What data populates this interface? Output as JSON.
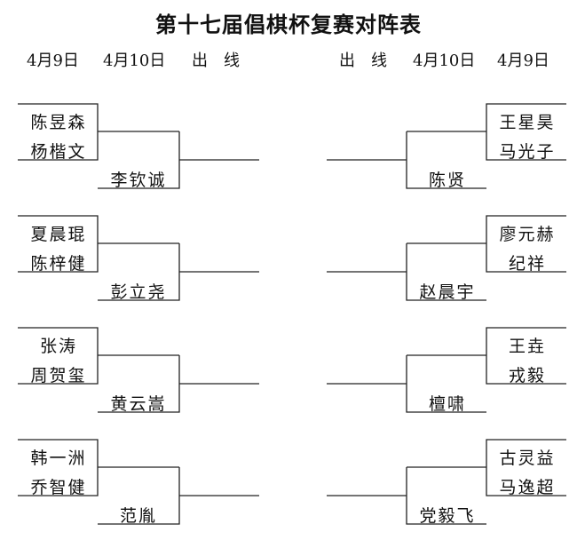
{
  "title": "第十七届倡棋杯复赛对阵表",
  "headers": {
    "left": [
      "4月9日",
      "4月10日",
      "出　线"
    ],
    "right": [
      "出　线",
      "4月10日",
      "4月9日"
    ]
  },
  "left_groups": [
    {
      "players": [
        "陈昱森",
        "杨楷文"
      ],
      "seed": "李钦诚"
    },
    {
      "players": [
        "夏晨琨",
        "陈梓健"
      ],
      "seed": "彭立尧"
    },
    {
      "players": [
        "张涛",
        "周贺玺"
      ],
      "seed": "黄云嵩"
    },
    {
      "players": [
        "韩一洲",
        "乔智健"
      ],
      "seed": "范胤"
    }
  ],
  "right_groups": [
    {
      "players": [
        "王星昊",
        "马光子"
      ],
      "seed": "陈贤"
    },
    {
      "players": [
        "廖元赫",
        "纪祥"
      ],
      "seed": "赵晨宇"
    },
    {
      "players": [
        "王垚",
        "戎毅"
      ],
      "seed": "檀啸"
    },
    {
      "players": [
        "古灵益",
        "马逸超"
      ],
      "seed": "党毅飞"
    }
  ]
}
